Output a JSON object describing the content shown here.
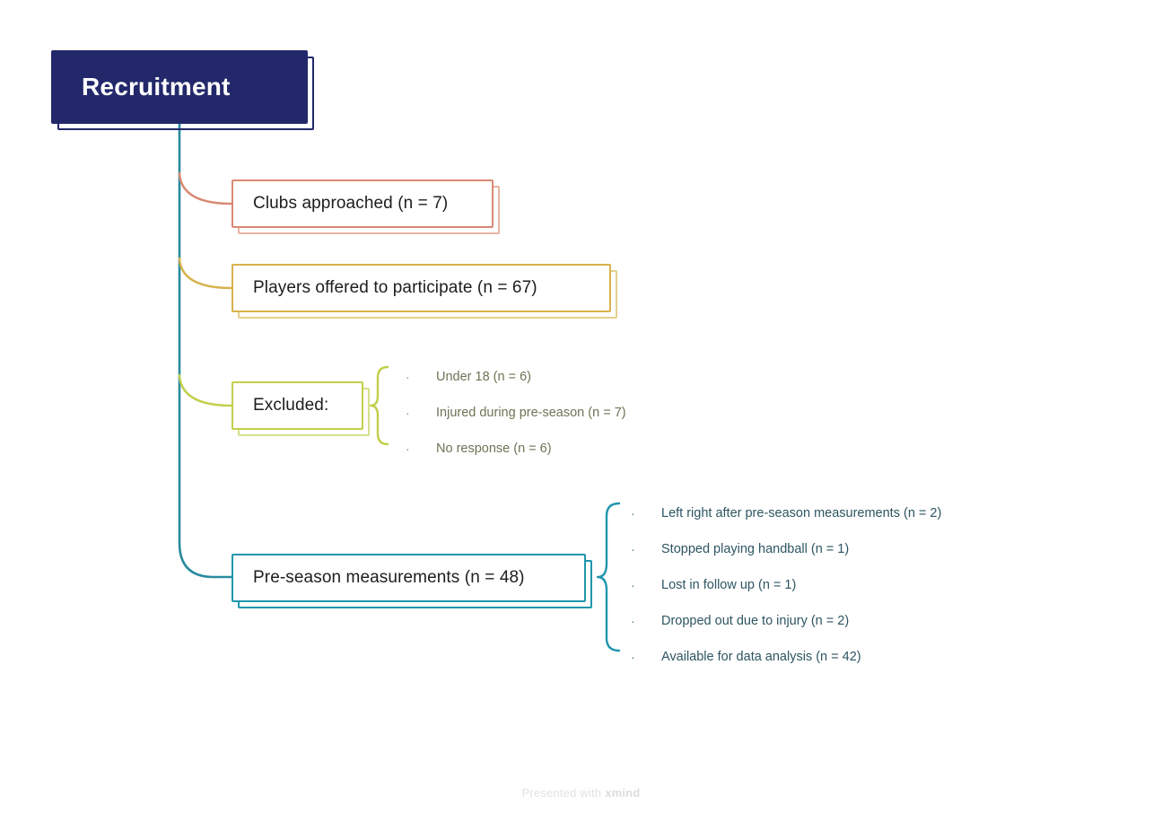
{
  "diagram": {
    "root": {
      "label": "Recruitment",
      "color": "#22286a"
    },
    "branches": [
      {
        "id": "clubs",
        "label": "Clubs approached (n = 7)",
        "color": "#d98a74",
        "shadow_color": "#e8b4a3"
      },
      {
        "id": "players",
        "label": "Players offered to participate (n = 67)",
        "color": "#d8b24c",
        "shadow_color": "#e6cf8e"
      },
      {
        "id": "excluded",
        "label": "Excluded:",
        "color": "#c2cf4a",
        "shadow_color": "#d7e08a"
      },
      {
        "id": "preseason",
        "label": "Pre-season measurements (n = 48)",
        "color": "#2196ad",
        "shadow_color": "#2196ad"
      }
    ],
    "excluded_items": [
      {
        "bullet": "·",
        "label": "Under 18 (n = 6)"
      },
      {
        "bullet": "·",
        "label": "Injured during pre-season (n = 7)"
      },
      {
        "bullet": "·",
        "label": "No response (n = 6)"
      }
    ],
    "preseason_items": [
      {
        "bullet": "·",
        "label": "Left right after pre-season measurements (n = 2)"
      },
      {
        "bullet": "·",
        "label": "Stopped playing handball (n = 1)"
      },
      {
        "bullet": "·",
        "label": "Lost in follow up (n = 1)"
      },
      {
        "bullet": "·",
        "label": "Dropped out due to injury (n = 2)"
      },
      {
        "bullet": "·",
        "label": "Available for data analysis (n = 42)"
      }
    ],
    "trunk_color": "#2a8a9e"
  },
  "footer": {
    "prefix": "Presented with ",
    "brand": "xmind"
  }
}
